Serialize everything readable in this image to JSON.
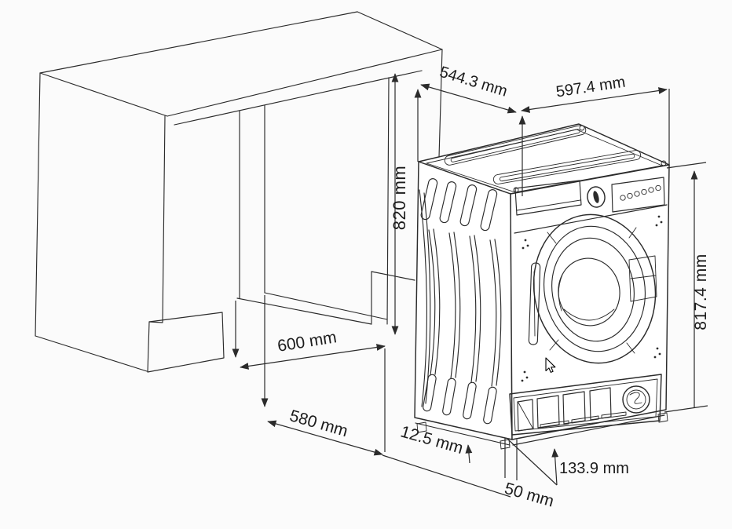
{
  "colors": {
    "background": "#fbfbfb",
    "line": "#2b2b2b",
    "text": "#1c1c1c"
  },
  "dims": {
    "d544": "544.3 mm",
    "d597": "597.4 mm",
    "d820": "820 mm",
    "d8174": "817.4 mm",
    "d600": "600 mm",
    "d580": "580 mm",
    "d125": "12.5 mm",
    "d50": "50 mm",
    "d1339": "133.9 mm"
  },
  "cursor": {
    "present": true
  }
}
